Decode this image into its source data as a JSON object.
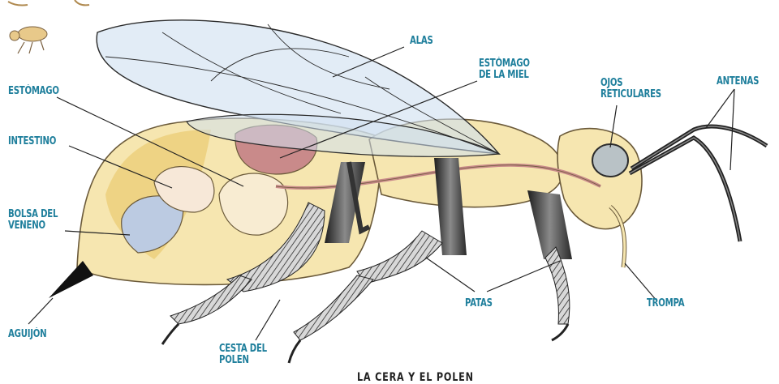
{
  "labels": {
    "alas": "ALAS",
    "estomago_miel": [
      "ESTÓMAGO",
      "DE LA MIEL"
    ],
    "ojos": [
      "OJOS",
      "RETICULARES"
    ],
    "antenas": "ANTENAS",
    "estomago": "ESTÓMAGO",
    "intestino": "INTESTINO",
    "bolsa": [
      "BOLSA DEL",
      "VENENO"
    ],
    "aguijon": "AGUIJÓN",
    "cesta": [
      "CESTA DEL",
      "POLEN"
    ],
    "patas": "PATAS",
    "trompa": "TROMPA"
  },
  "bottom_title": "LA CERA Y EL POLEN",
  "colors": {
    "label": "#1f7f9c",
    "body": "#f6e6b0",
    "organ_red": "#c98a8a",
    "wing": "#cfe0f0"
  }
}
